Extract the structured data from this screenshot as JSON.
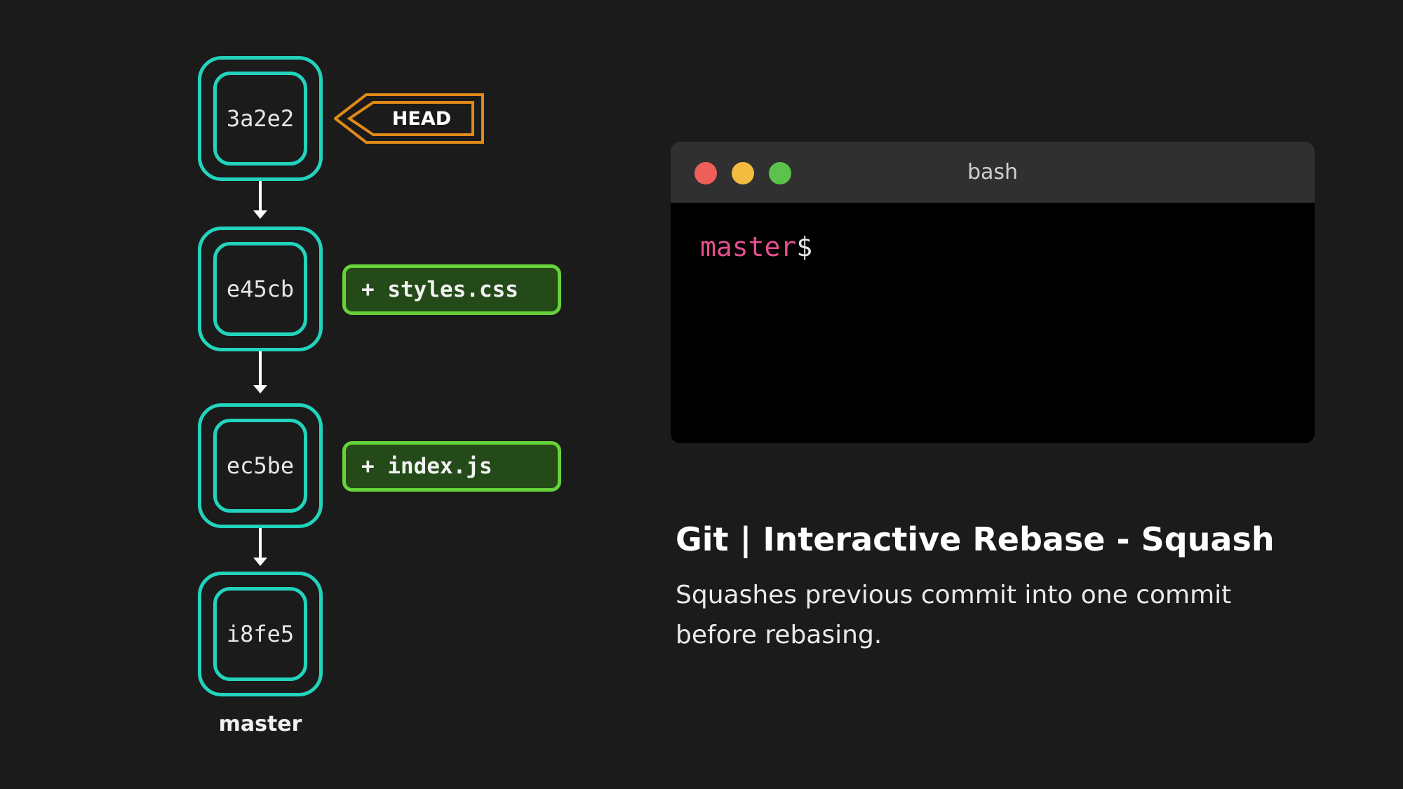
{
  "graph": {
    "commits": [
      {
        "hash": "3a2e2"
      },
      {
        "hash": "e45cb"
      },
      {
        "hash": "ec5be"
      },
      {
        "hash": "i8fe5"
      }
    ],
    "head_label": "HEAD",
    "branch_label": "master",
    "file_changes": [
      {
        "label": "+ styles.css"
      },
      {
        "label": "+ index.js"
      }
    ]
  },
  "terminal": {
    "title": "bash",
    "prompt_branch": "master",
    "prompt_symbol": "$"
  },
  "caption": {
    "title": "Git | Interactive Rebase - Squash",
    "description": "Squashes previous commit into one commit before rebasing."
  },
  "colors": {
    "background": "#1b1b1b",
    "commit_border": "#22d3bd",
    "head_border": "#e08a17",
    "file_tag_border": "#67d23a",
    "file_tag_fill": "#234a18",
    "prompt_branch": "#e64e8f",
    "traffic_red": "#ed5f58",
    "traffic_yellow": "#f3bb3f",
    "traffic_green": "#5bc24b"
  }
}
